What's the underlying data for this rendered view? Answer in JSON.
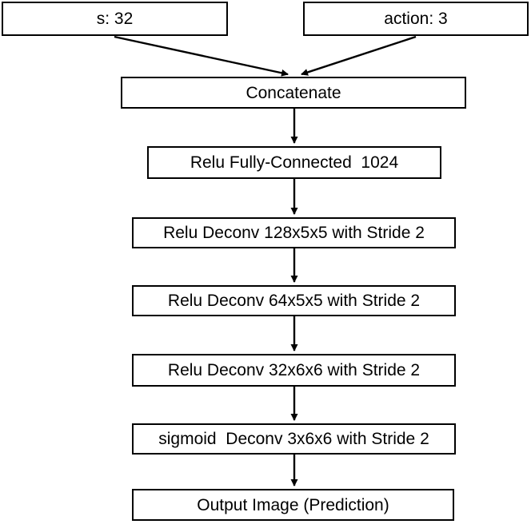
{
  "diagram": {
    "type": "flowchart",
    "orientation": "top-to-bottom",
    "background_color": "#ffffff",
    "stroke_color": "#000000",
    "text_color": "#000000",
    "nodes": [
      {
        "id": "state",
        "label": "s: 32"
      },
      {
        "id": "action",
        "label": "action: 3"
      },
      {
        "id": "concat",
        "label": "Concatenate"
      },
      {
        "id": "fc",
        "label": "Relu Fully-Connected  1024"
      },
      {
        "id": "deconv128",
        "label": "Relu Deconv 128x5x5 with Stride 2"
      },
      {
        "id": "deconv64",
        "label": "Relu Deconv 64x5x5 with Stride 2"
      },
      {
        "id": "deconv32",
        "label": "Relu Deconv 32x6x6 with Stride 2"
      },
      {
        "id": "deconv3",
        "label": "sigmoid  Deconv 3x6x6 with Stride 2"
      },
      {
        "id": "output",
        "label": "Output Image (Prediction)"
      }
    ],
    "edges": [
      {
        "from": "state",
        "to": "concat",
        "style": "diagonal-arrow"
      },
      {
        "from": "action",
        "to": "concat",
        "style": "diagonal-arrow"
      },
      {
        "from": "concat",
        "to": "fc",
        "style": "vertical-arrow"
      },
      {
        "from": "fc",
        "to": "deconv128",
        "style": "vertical-arrow"
      },
      {
        "from": "deconv128",
        "to": "deconv64",
        "style": "vertical-arrow"
      },
      {
        "from": "deconv64",
        "to": "deconv32",
        "style": "vertical-arrow"
      },
      {
        "from": "deconv32",
        "to": "deconv3",
        "style": "vertical-arrow"
      },
      {
        "from": "deconv3",
        "to": "output",
        "style": "vertical-arrow"
      }
    ]
  }
}
